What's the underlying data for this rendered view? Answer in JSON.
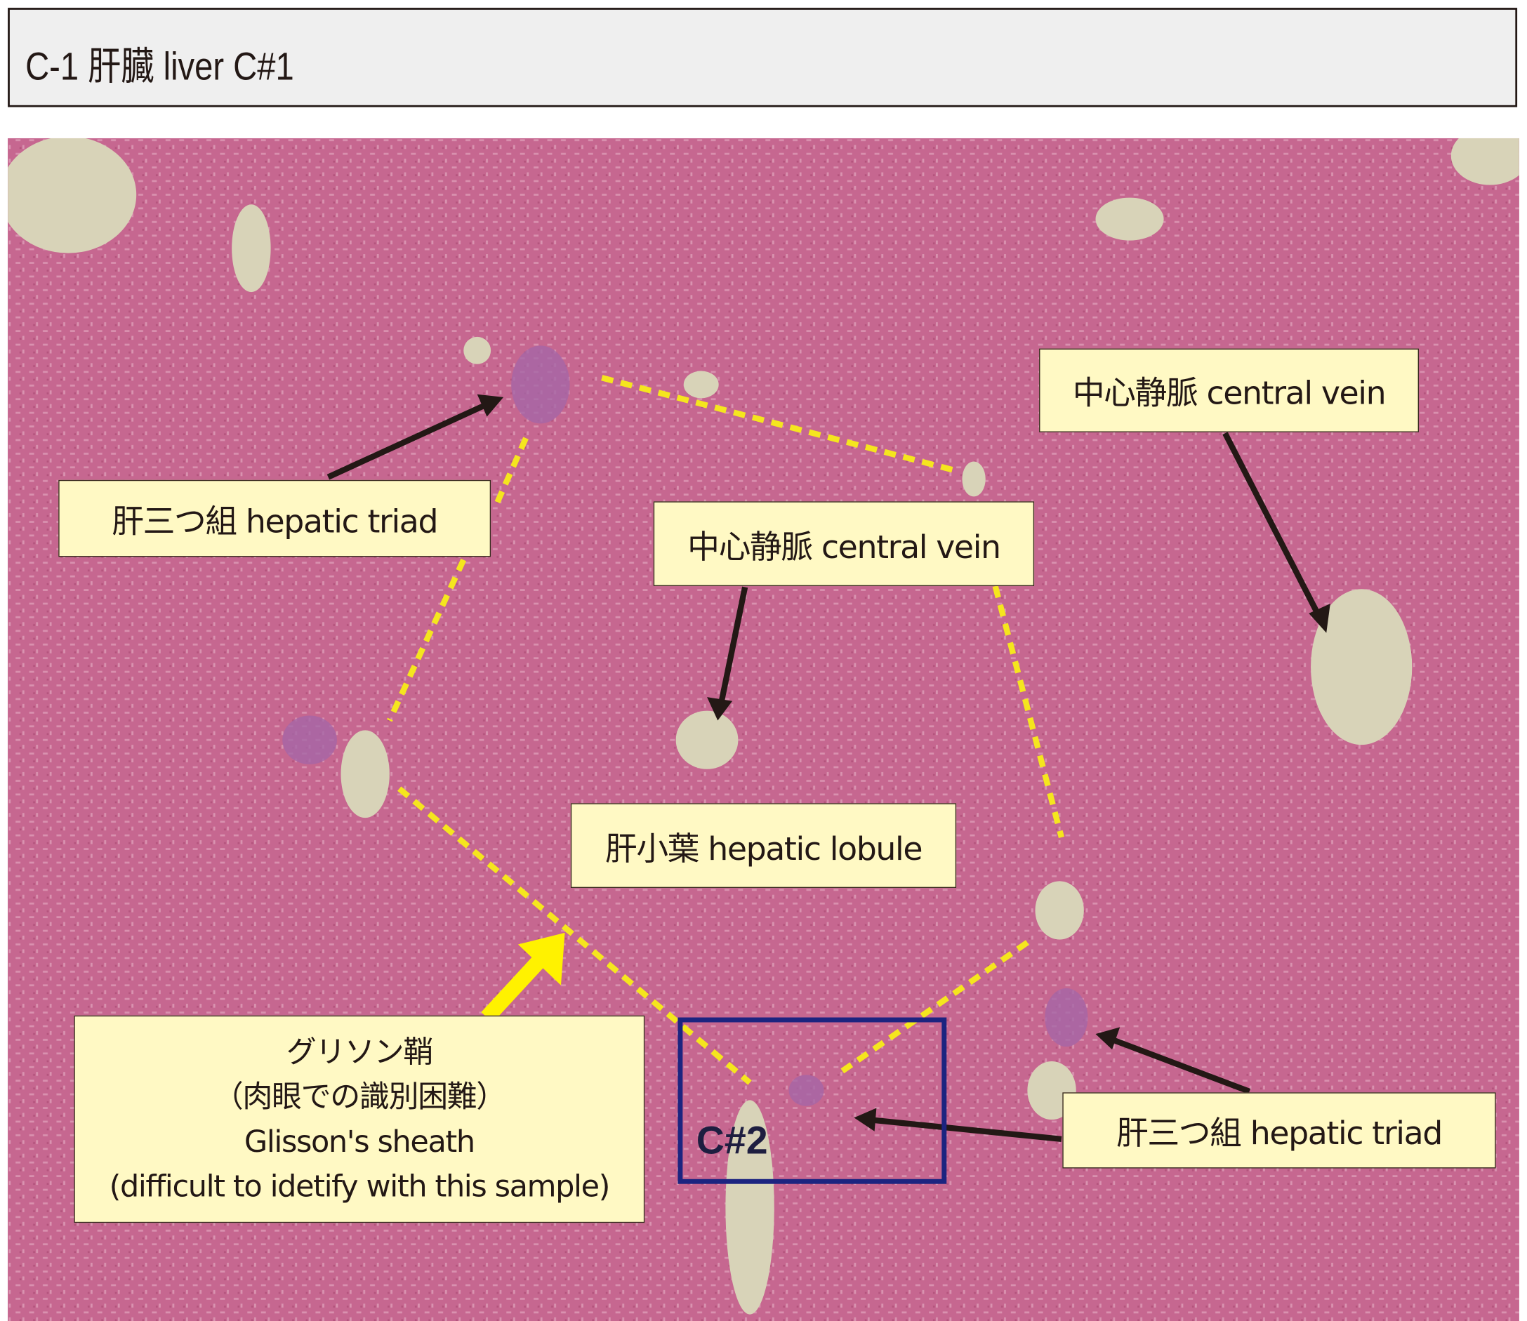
{
  "title": "C-1 肝臓 liver  C#1",
  "labels": {
    "triad_top": "肝三つ組 hepatic triad",
    "central_vein_mid": "中心静脈 central vein",
    "central_vein_right": "中心静脈 central vein",
    "lobule": "肝小葉 hepatic lobule",
    "triad_bottom": "肝三つ組 hepatic triad",
    "glisson": [
      "グリソン鞘",
      "（肉眼での識別困難）",
      "Glisson's sheath",
      "(difficult to idetify with this sample)"
    ],
    "inset": "C#2"
  },
  "colors": {
    "tissue": "#c66790",
    "vessel": "#d8d3b8",
    "label_bg": "#fff9c4",
    "dotted": "#f5e61e",
    "inset_box": "#1c2480"
  }
}
